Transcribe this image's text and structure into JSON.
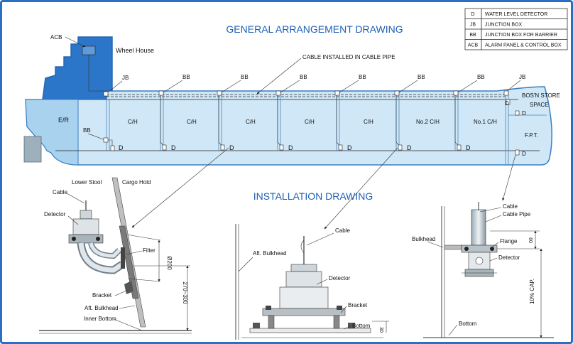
{
  "titles": {
    "general": "GENERAL ARRANGEMENT DRAWING",
    "installation": "INSTALLATION DRAWING"
  },
  "legend": [
    {
      "code": "D",
      "desc": "WATER LEVEL DETECTOR"
    },
    {
      "code": "JB",
      "desc": "JUNCTION BOX"
    },
    {
      "code": "BB",
      "desc": "JUNCTION BOX FOR BARRIER"
    },
    {
      "code": "ACB",
      "desc": "ALARM PANEL & CONTROL BOX"
    }
  ],
  "ship": {
    "acb": "ACB",
    "wheel_house": "Wheel House",
    "jb_aft": "JB",
    "jb_fwd": "JB",
    "cable_callout": "CABLE INSTALLED IN CABLE PIPE",
    "engine_room": "E/R",
    "bb_er": "BB",
    "bosn_store": "BOS'N STORE",
    "bosn_space": "SPACE",
    "fpt": "F.P.T.",
    "holds": [
      "C/H",
      "C/H",
      "C/H",
      "C/H",
      "C/H",
      "No.2 C/H",
      "No.1 C/H"
    ],
    "bb_label": "BB",
    "d_label": "D"
  },
  "detail_left": {
    "lower_stool": "Lower Stool",
    "cargo_hold": "Cargo Hold",
    "cable": "Cable",
    "detector": "Detector",
    "filter": "Filter",
    "dim_200": "Ø200",
    "bracket": "Bracket",
    "aft_bulkhead": "Aft. Bulkhead",
    "inner_bottom": "Inner Bottom",
    "dim_270": "270~300"
  },
  "detail_mid": {
    "cable": "Cable",
    "aft_bulkhead": "Aft. Bulkhead",
    "detector": "Detector",
    "bracket": "Bracket",
    "bottom": "Bottom",
    "dim_30": "30"
  },
  "detail_right": {
    "cable": "Cable",
    "cable_pipe": "Cable Pipe",
    "bulkhead": "Bulkhead",
    "flange": "Flange",
    "detector": "Detector",
    "dim_60": "60",
    "dim_cap": "10% CAP.",
    "bottom": "Bottom"
  }
}
